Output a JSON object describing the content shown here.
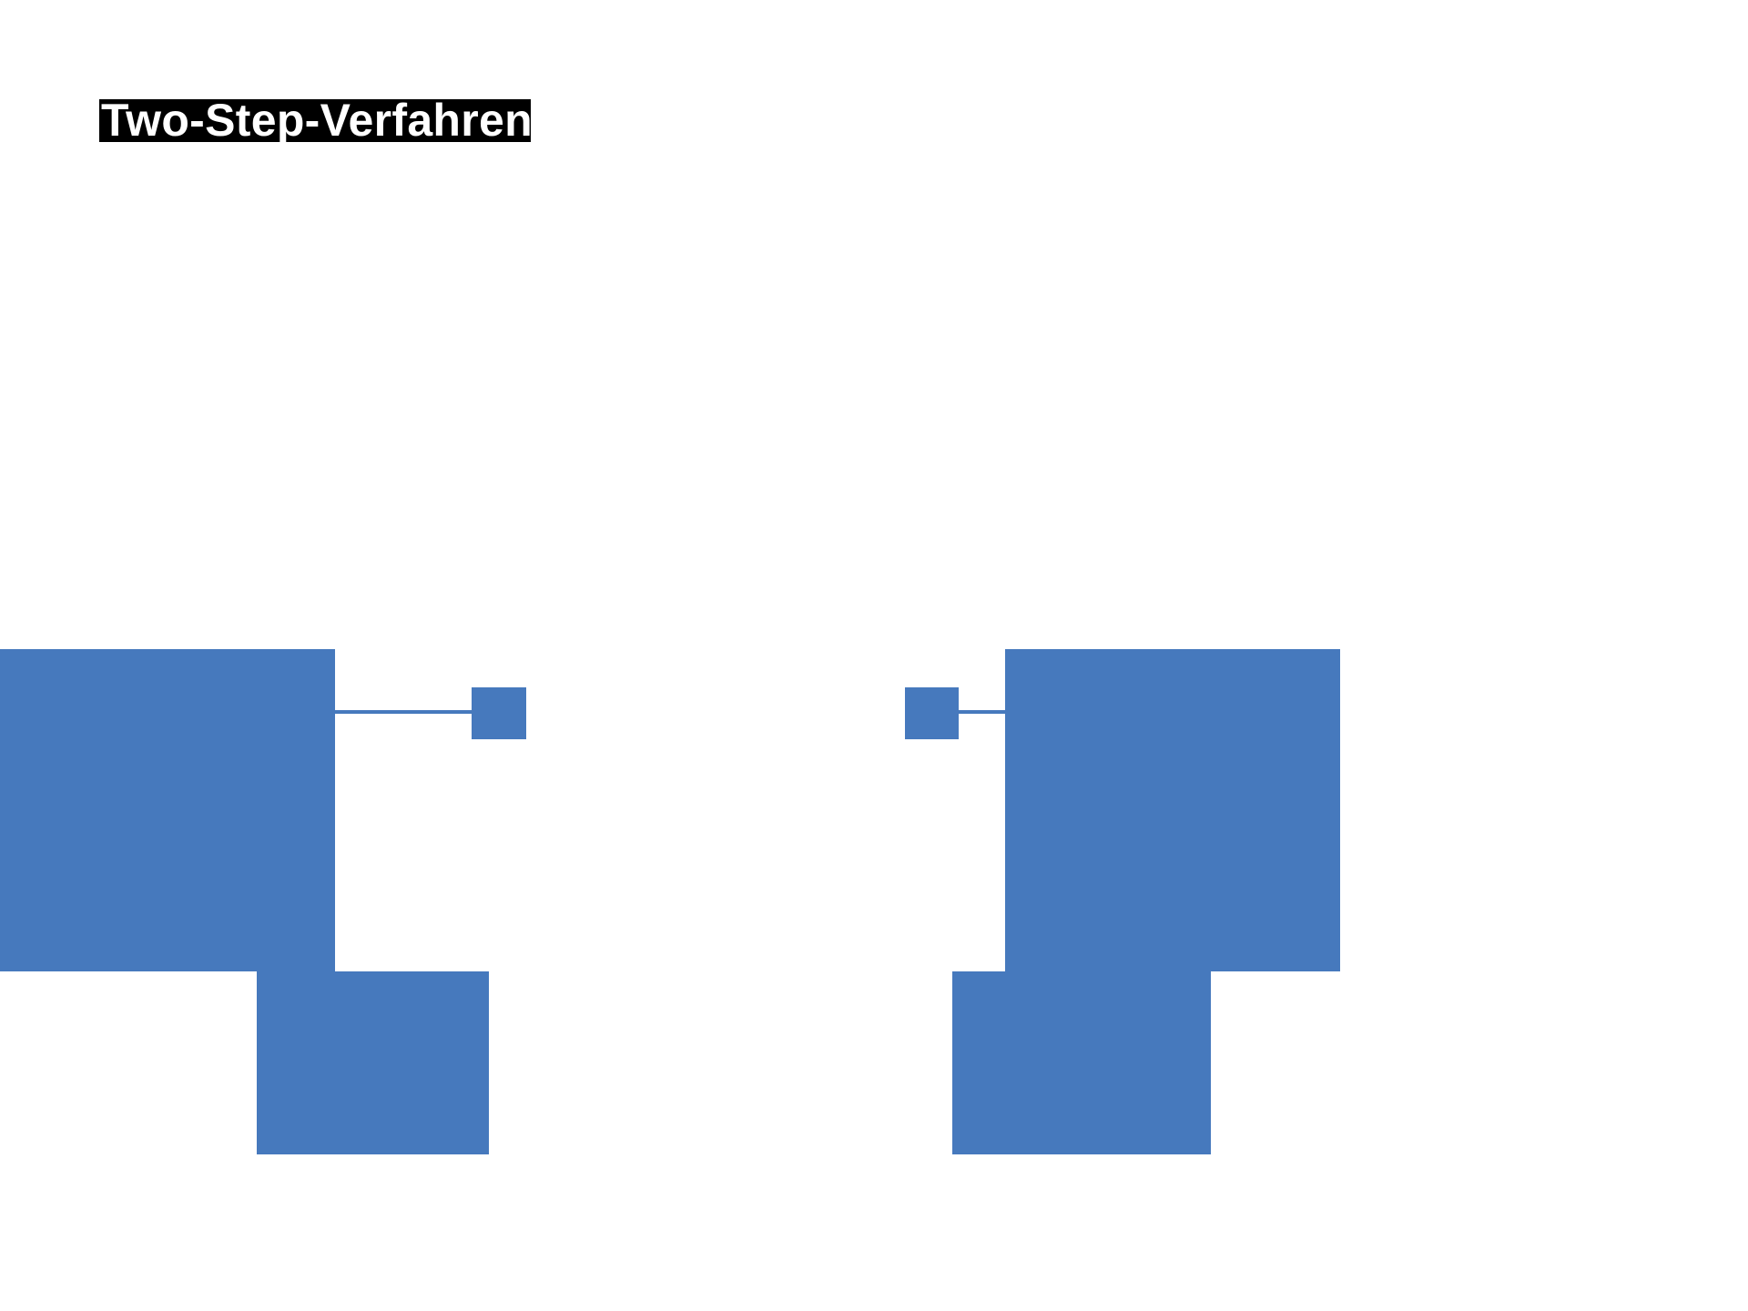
{
  "slide": {
    "title": "Two-Step-Verfahren"
  },
  "colors": {
    "background": "#ffffff",
    "accent_blue": "#4679BD",
    "title_bg": "#000000",
    "title_text": "#ffffff"
  },
  "figure": {
    "left_group": {
      "parts": [
        "large-rectangle",
        "bottom-rectangle",
        "connector-line",
        "callout-square"
      ]
    },
    "right_group": {
      "parts": [
        "callout-square",
        "connector-line",
        "large-rectangle",
        "bottom-rectangle"
      ]
    }
  }
}
